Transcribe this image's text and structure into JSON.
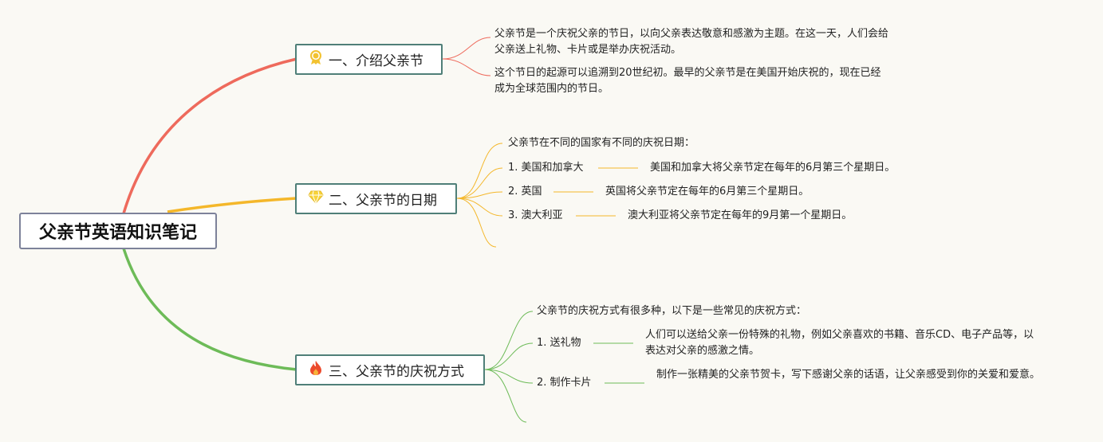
{
  "title": "父亲节英语知识笔记",
  "colors": {
    "branch1": "#ee6a5c",
    "branch2": "#f4b72a",
    "branch3": "#6dbb58",
    "node_border": "#4f7f78",
    "root_border": "#7d829a",
    "background": "#faf9f4"
  },
  "branches": [
    {
      "icon": "award-ribbon-icon",
      "label": "一、介绍父亲节",
      "paragraphs": [
        "父亲节是一个庆祝父亲的节日，以向父亲表达敬意和感激为主题。在这一天，人们会给父亲送上礼物、卡片或是举办庆祝活动。",
        "这个节日的起源可以追溯到20世纪初。最早的父亲节是在美国开始庆祝的，现在已经成为全球范围内的节日。"
      ]
    },
    {
      "icon": "diamond-icon",
      "label": "二、父亲节的日期",
      "intro": "父亲节在不同的国家有不同的庆祝日期：",
      "items": [
        {
          "label": "1. 美国和加拿大",
          "detail": "美国和加拿大将父亲节定在每年的6月第三个星期日。"
        },
        {
          "label": "2. 英国",
          "detail": "英国将父亲节定在每年的6月第三个星期日。"
        },
        {
          "label": "3. 澳大利亚",
          "detail": "澳大利亚将父亲节定在每年的9月第一个星期日。"
        }
      ]
    },
    {
      "icon": "fire-icon",
      "label": "三、父亲节的庆祝方式",
      "intro": "父亲节的庆祝方式有很多种，以下是一些常见的庆祝方式：",
      "items": [
        {
          "label": "1. 送礼物",
          "detail": "人们可以送给父亲一份特殊的礼物，例如父亲喜欢的书籍、音乐CD、电子产品等，以表达对父亲的感激之情。"
        },
        {
          "label": "2. 制作卡片",
          "detail": "制作一张精美的父亲节贺卡，写下感谢父亲的话语，让父亲感受到你的关爱和爱意。"
        }
      ]
    }
  ]
}
